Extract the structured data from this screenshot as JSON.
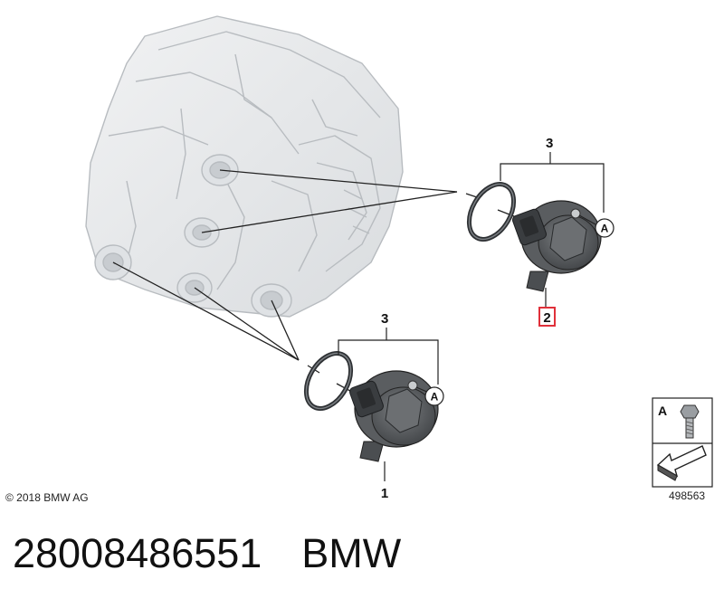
{
  "diagram": {
    "callouts": {
      "top_group": "3",
      "highlighted": "2",
      "bottom_group": "3",
      "bottom_part": "1"
    },
    "ref_circle_label": "A",
    "legend": {
      "label": "A",
      "ref_number": "498563"
    },
    "copyright": "© 2018 BMW AG",
    "colors": {
      "highlight_box": "#e0303a",
      "part_dark": "#505356",
      "housing_light": "#e6e8ea"
    }
  },
  "footer": {
    "part_number": "28008486551",
    "brand": "BMW"
  }
}
